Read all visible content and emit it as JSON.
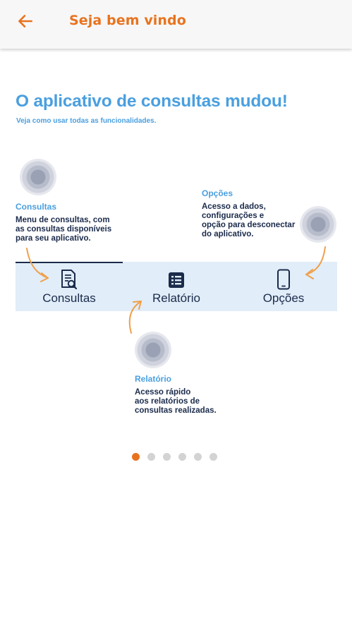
{
  "app_bar": {
    "title": "Seja bem vindo",
    "back_icon": "arrow-left-icon"
  },
  "intro": {
    "headline": "O aplicativo de consultas mudou!",
    "subtitle": "Veja como usar todas as funcionalidades."
  },
  "callouts": {
    "consultas": {
      "title": "Consultas",
      "lines": [
        "Menu de consultas, com",
        "as consultas disponíveis",
        "para seu aplicativo."
      ]
    },
    "opcoes": {
      "title": "Opções",
      "lines": [
        "Acesso a dados,",
        "configurações e",
        "opção para desconectar",
        "do aplicativo."
      ]
    },
    "relatorio": {
      "title": "Relatório",
      "lines": [
        "Acesso rápido",
        "aos relatórios de",
        "consultas realizadas."
      ]
    }
  },
  "nav": {
    "items": [
      {
        "label": "Consultas",
        "icon": "document-search-icon",
        "selected": true
      },
      {
        "label": "Relatório",
        "icon": "list-icon",
        "selected": false
      },
      {
        "label": "Opções",
        "icon": "smartphone-icon",
        "selected": false
      }
    ]
  },
  "pager": {
    "total": 6,
    "current": 1
  },
  "colors": {
    "accent": "#e8731f",
    "heading_blue": "#4a9fdf",
    "navy": "#1b2b4b",
    "nav_bg": "#e1edf8"
  }
}
